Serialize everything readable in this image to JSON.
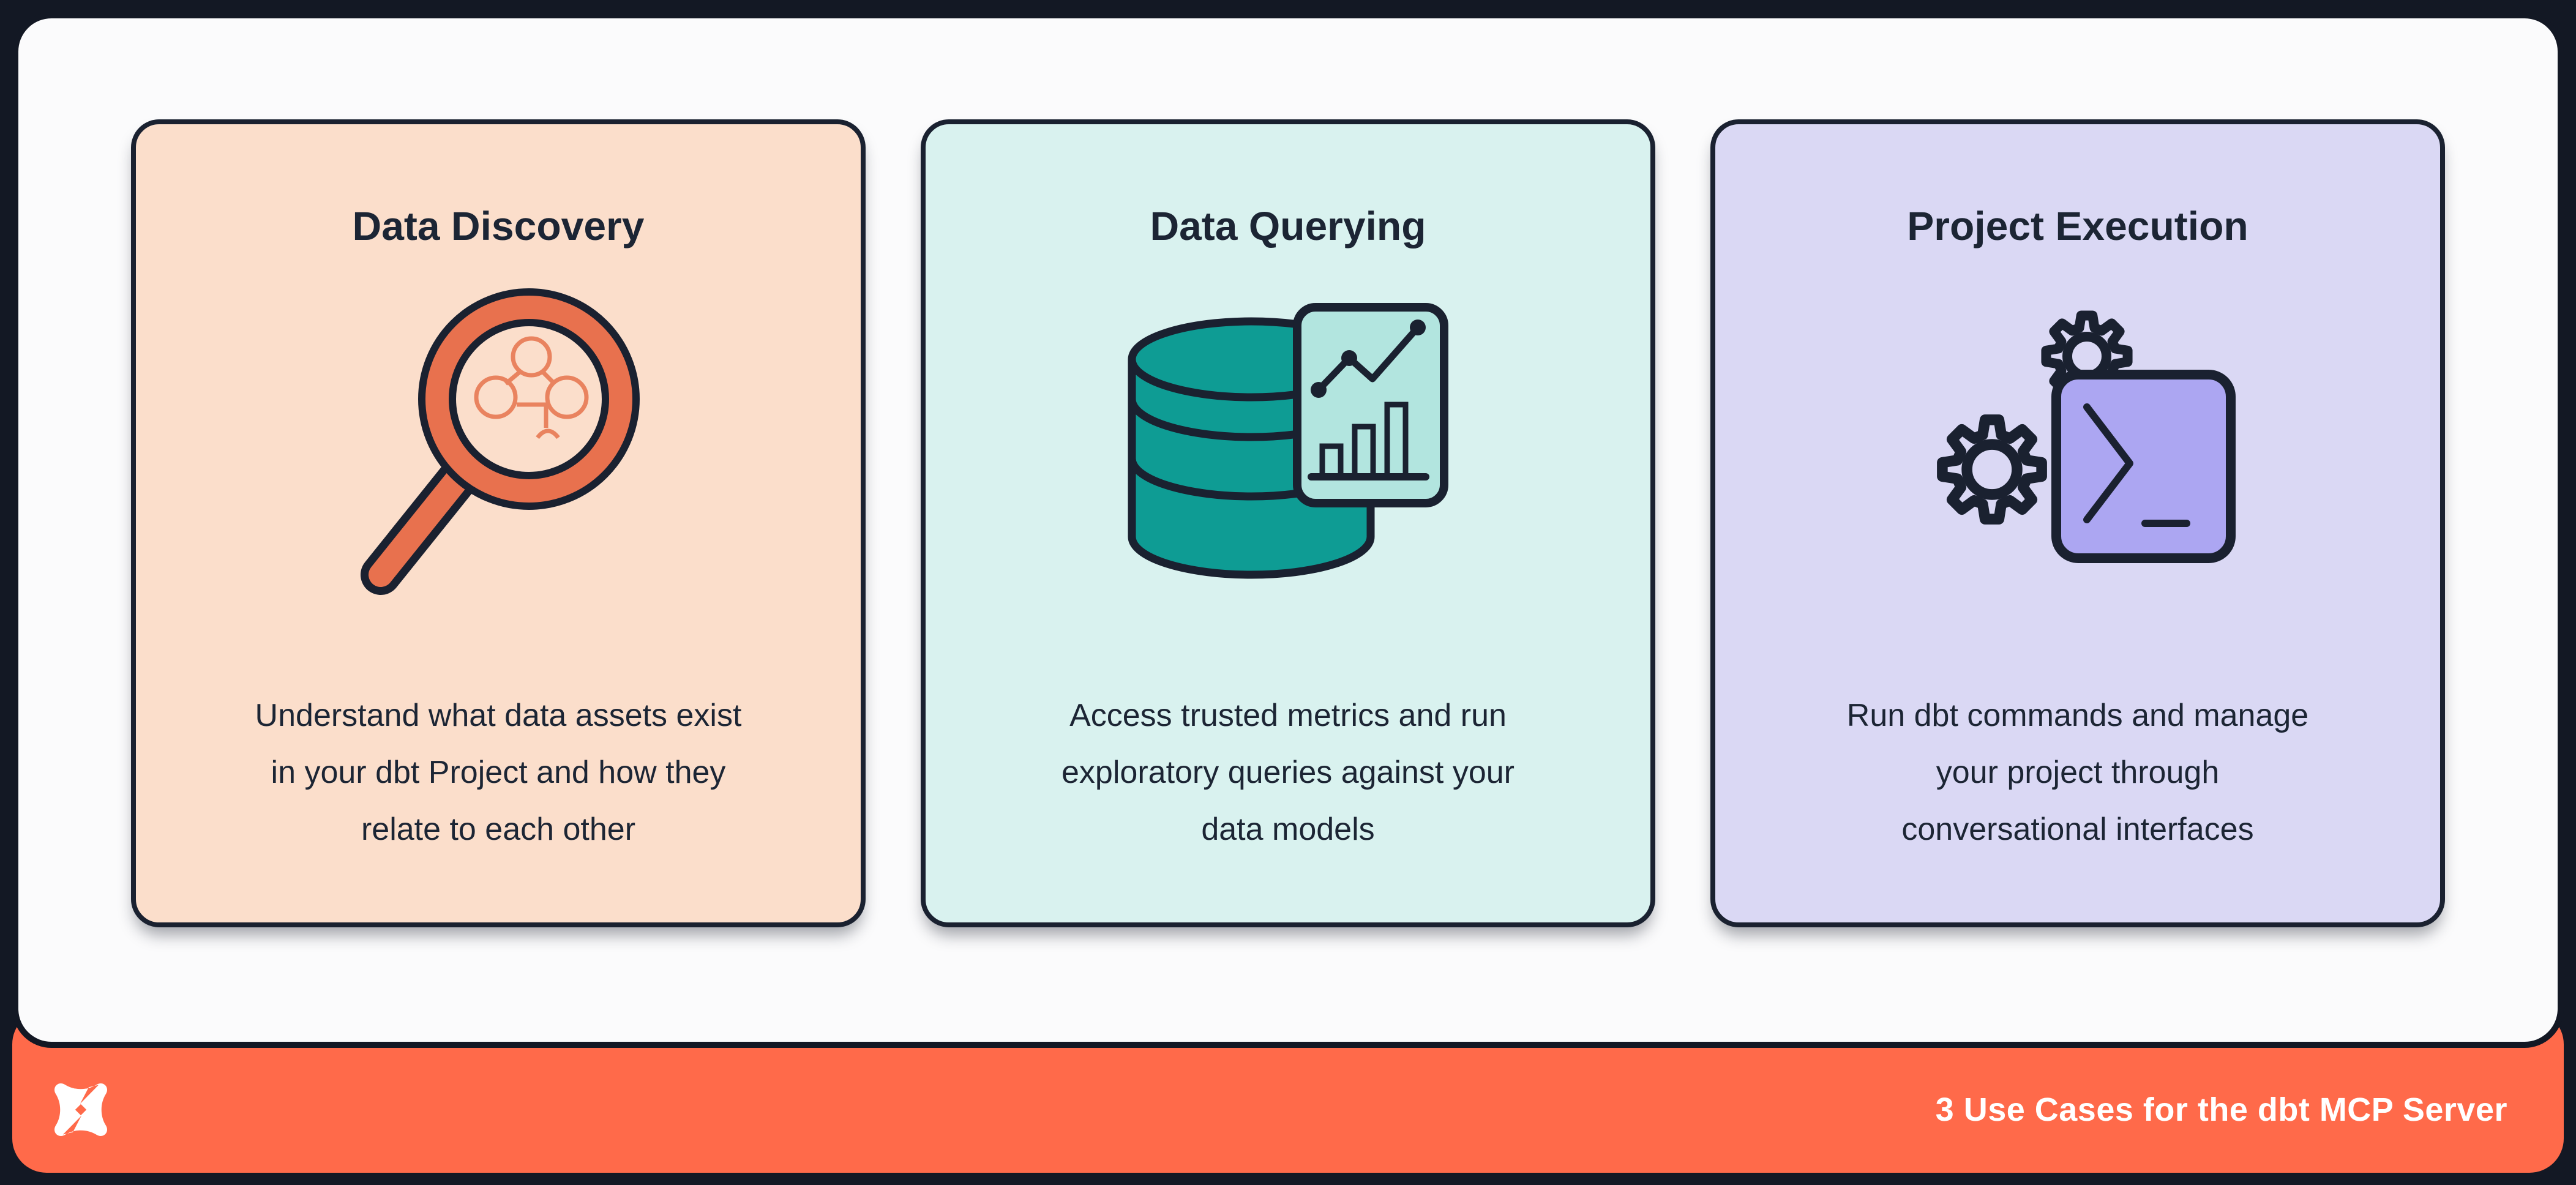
{
  "cards": [
    {
      "title": "Data Discovery",
      "icon": "magnifying-glass-lineage-icon",
      "description": "Understand what data assets exist in your dbt Project and how they relate to each other",
      "description_lines": [
        "Understand what data assets exist",
        "in your dbt Project and how they",
        "relate to each other"
      ],
      "bg_color": "#FBDECB"
    },
    {
      "title": "Data Querying",
      "icon": "database-chart-icon",
      "description": "Access trusted metrics and run exploratory queries against your data models",
      "description_lines": [
        "Access trusted metrics and run",
        "exploratory queries against your",
        "data models"
      ],
      "bg_color": "#D9F2EF"
    },
    {
      "title": "Project Execution",
      "icon": "gears-terminal-icon",
      "description": "Run dbt commands and manage your project through conversational interfaces",
      "description_lines": [
        "Run dbt commands and manage",
        "your project through",
        "conversational interfaces"
      ],
      "bg_color": "#DAD8F4"
    }
  ],
  "footer": {
    "title": "3 Use Cases for the dbt MCP Server",
    "logo": "dbt-logo",
    "bar_color": "#FF6A4A"
  },
  "colors": {
    "frame_navy": "#131824",
    "panel_white": "#FBFBFC",
    "ink_navy": "#1C2534",
    "accent_orange": "#FF6A4A",
    "coral": "#E8714E",
    "coral_light": "#E9835F",
    "teal": "#0E9C94",
    "teal_light": "#B2E5DF",
    "purple": "#ACA6F2",
    "lavender": "#DAD8F4",
    "peach": "#FBDECB",
    "mint": "#D9F2EF"
  }
}
